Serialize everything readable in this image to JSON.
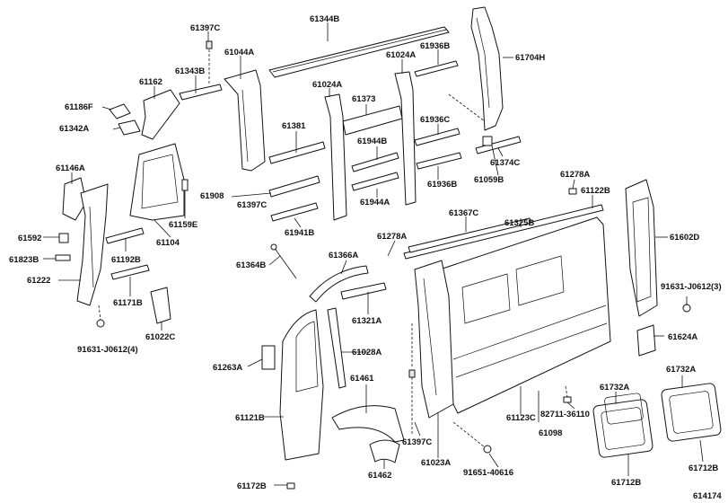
{
  "diagram_id": "614174",
  "labels": {
    "l61397C_a": "61397C",
    "l61344B": "61344B",
    "l61044A": "61044A",
    "l61936B_a": "61936B",
    "l61024A_a": "61024A",
    "l61704H": "61704H",
    "l61343B": "61343B",
    "l61162": "61162",
    "l61186F": "61186F",
    "l61342A": "61342A",
    "l61024A_b": "61024A",
    "l61373": "61373",
    "l61381": "61381",
    "l61936C": "61936C",
    "l61944B": "61944B",
    "l61374C": "61374C",
    "l61146A": "61146A",
    "l61059B": "61059B",
    "l61278A_a": "61278A",
    "l61122B": "61122B",
    "l61908": "61908",
    "l61397C_b": "61397C",
    "l61944A": "61944A",
    "l61936B_b": "61936B",
    "l61325B": "61325B",
    "l61367C": "61367C",
    "l61159E": "61159E",
    "l61104": "61104",
    "l61941B": "61941B",
    "l61278A_b": "61278A",
    "l61602D": "61602D",
    "l61592": "61592",
    "l61823B": "61823B",
    "l61192B": "61192B",
    "l61364B": "61364B",
    "l61366A": "61366A",
    "l61222": "61222",
    "l61171B": "61171B",
    "l91631_J0612_3": "91631-J0612(3)",
    "l61321A": "61321A",
    "l61022C": "61022C",
    "l61624A": "61624A",
    "l91631_J0612_4": "91631-J0612(4)",
    "l61028A": "61028A",
    "l61263A": "61263A",
    "l61461": "61461",
    "l61732A_a": "61732A",
    "l61732A_b": "61732A",
    "l82711_36110": "82711-36110",
    "l61121B": "61121B",
    "l61123C": "61123C",
    "l61098": "61098",
    "l61397C_c": "61397C",
    "l61023A": "61023A",
    "l91651_40616": "91651-40616",
    "l61462": "61462",
    "l61712B_a": "61712B",
    "l61712B_b": "61712B",
    "l61172B": "61172B"
  }
}
